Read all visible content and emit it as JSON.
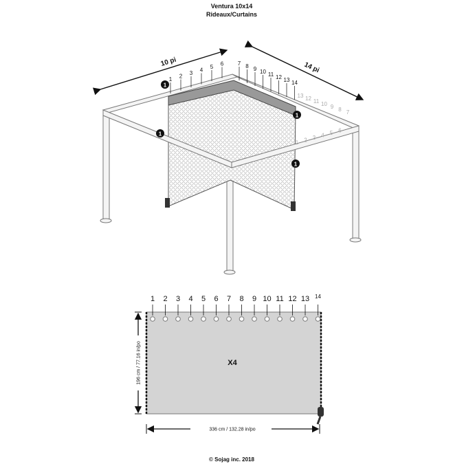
{
  "title": "Ventura 10x14",
  "subtitle": "Rideaux/Curtains",
  "dims": {
    "width_label": "10 pi",
    "depth_label": "14 pi"
  },
  "gazebo": {
    "hook_numbers_left": [
      "1",
      "2",
      "3",
      "4",
      "5",
      "6"
    ],
    "hook_numbers_right": [
      "7",
      "8",
      "9",
      "10",
      "11",
      "12",
      "13",
      "14"
    ],
    "beam_numbers_gray_back": [
      "13",
      "12",
      "11",
      "10",
      "9",
      "8",
      "7"
    ],
    "beam_numbers_gray_front": [
      "1",
      "2",
      "3",
      "4",
      "5",
      "6"
    ],
    "callout": "1"
  },
  "panel": {
    "grommet_numbers": [
      "1",
      "2",
      "3",
      "4",
      "5",
      "6",
      "7",
      "8",
      "9",
      "10",
      "11",
      "12",
      "13",
      "14"
    ],
    "quantity": "X4",
    "height_label": "196 cm / 77.16 in/po",
    "width_label": "336 cm / 132.28 in/po",
    "fill_color": "#d4d4d4"
  },
  "footer": "© Sojag inc. 2018"
}
